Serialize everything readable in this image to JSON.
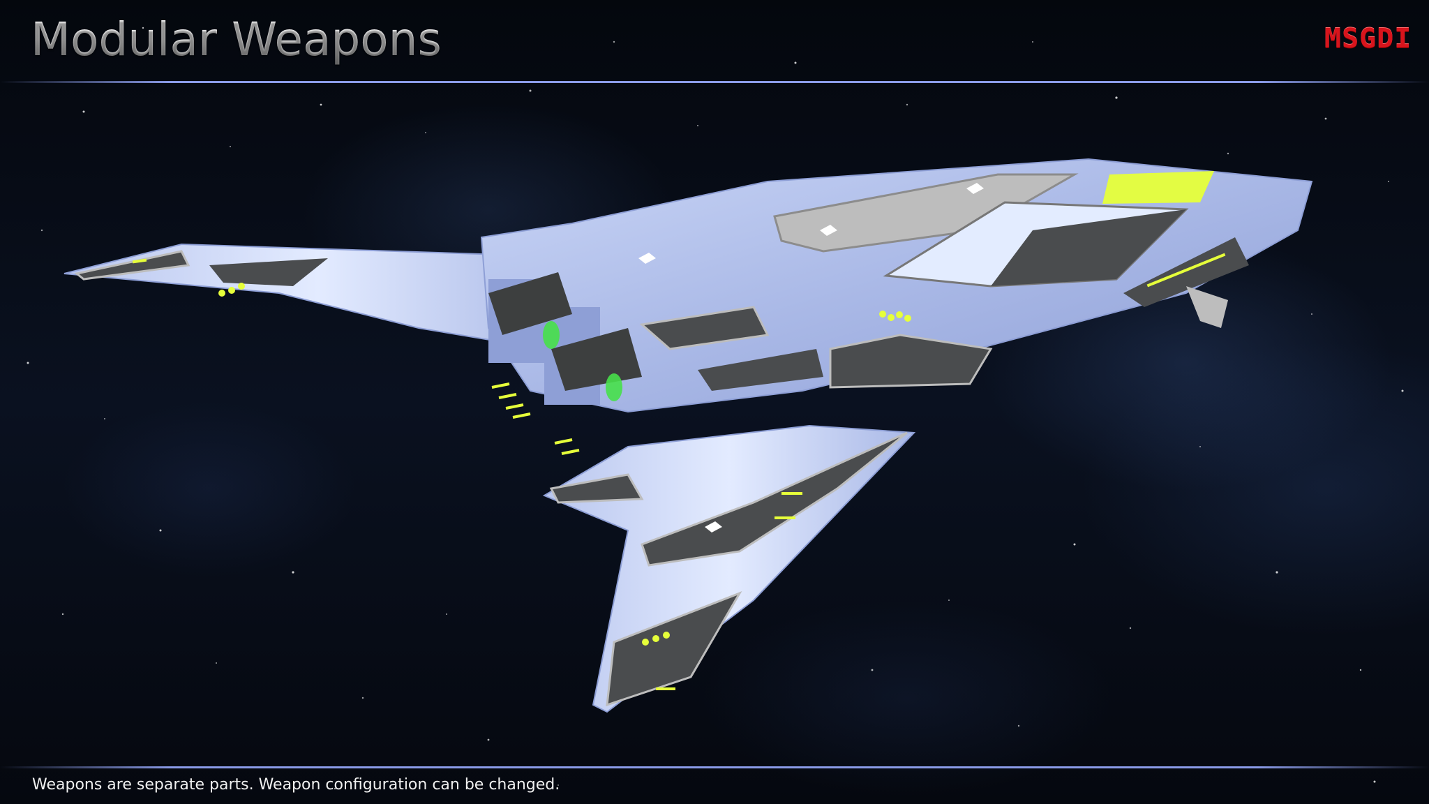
{
  "slide": {
    "title": "Modular Weapons",
    "logo": "MSGDI",
    "caption": "Weapons are separate parts. Weapon configuration can be changed."
  },
  "scene": {
    "subject": "spaceship-render",
    "background": "starfield",
    "colors": {
      "hull": "#a9b8e6",
      "hull_light": "#dfe8ff",
      "panel_dark": "#4a4c4e",
      "panel_light": "#bdbdbd",
      "glow_yellow": "#e6ff3a",
      "glow_green": "#47e04a",
      "divider": "#8a9be8",
      "logo_red": "#d8141c"
    }
  }
}
